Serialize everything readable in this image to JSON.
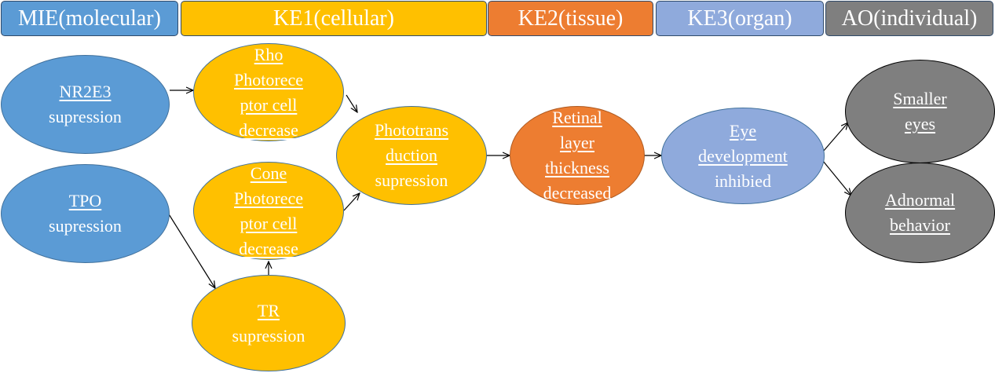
{
  "colors": {
    "mie": "#5b9bd5",
    "ke1": "#ffc000",
    "ke2": "#ed7d31",
    "ke3": "#8faadc",
    "ao": "#7f7f7f",
    "arrow": "#000000"
  },
  "header": {
    "mie": "MIE(molecular)",
    "ke1": "KE1(cellular)",
    "ke2": "KE2(tissue)",
    "ke3": "KE3(organ)",
    "ao": "AO(individual)"
  },
  "nodes": {
    "nr2e3": {
      "line1": "NR2E3",
      "line2": "supression",
      "level": "MIE"
    },
    "tpo": {
      "line1": "TPO",
      "line2": "supression",
      "level": "MIE"
    },
    "rho": {
      "line1": "Rho",
      "line2": "Photorece",
      "line3": "ptor cell",
      "line4": "decrease",
      "level": "KE1"
    },
    "cone": {
      "line1": "Cone",
      "line2": "Photorece",
      "line3": "ptor cell",
      "line4": "decrease",
      "level": "KE1"
    },
    "tr": {
      "line1": "TR",
      "line2": "supression",
      "level": "KE1"
    },
    "phototrans": {
      "line1": "Phototrans",
      "line2": "duction",
      "line3": "supression",
      "level": "KE1"
    },
    "retinal": {
      "line1": "Retinal",
      "line2": "layer",
      "line3": "thickness",
      "line4": "decreased",
      "level": "KE2"
    },
    "eye": {
      "line1": "Eye",
      "line2": "development",
      "line3": "inhibied",
      "level": "KE3"
    },
    "smaller": {
      "line1": "Smaller",
      "line2": "eyes",
      "level": "AO"
    },
    "abnormal": {
      "line1": "Adnormal",
      "line2": "behavior",
      "level": "AO"
    }
  },
  "edges": [
    {
      "from": "NR2E3 supression",
      "to": "Rho Photoreceptor cell decrease"
    },
    {
      "from": "TPO supression",
      "to": "TR supression"
    },
    {
      "from": "TR supression",
      "to": "Cone Photoreceptor cell decrease"
    },
    {
      "from": "Rho Photoreceptor cell decrease",
      "to": "Phototransduction supression"
    },
    {
      "from": "Cone Photoreceptor cell decrease",
      "to": "Phototransduction supression"
    },
    {
      "from": "Phototransduction supression",
      "to": "Retinal layer thickness decreased"
    },
    {
      "from": "Retinal layer thickness decreased",
      "to": "Eye development inhibied"
    },
    {
      "from": "Eye development inhibied",
      "to": "Smaller eyes"
    },
    {
      "from": "Eye development inhibied",
      "to": "Adnormal behavior"
    }
  ]
}
